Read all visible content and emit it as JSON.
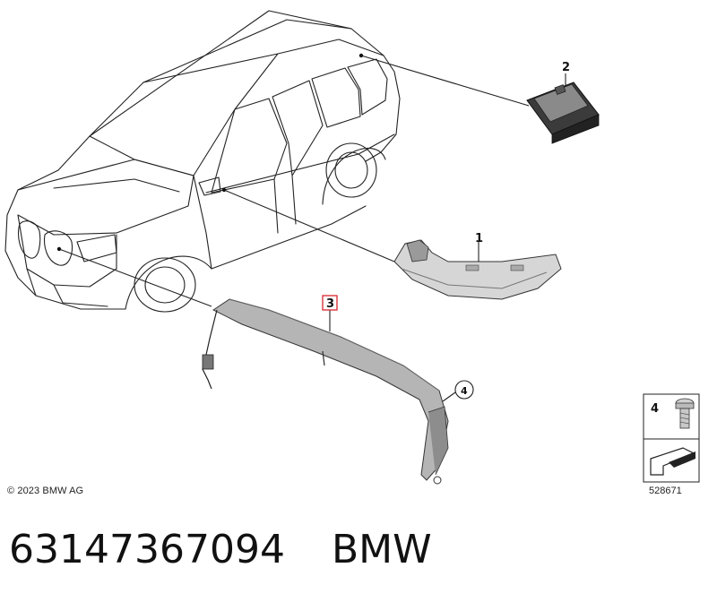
{
  "callouts": {
    "part1": "1",
    "part2": "2",
    "part3": "3",
    "part4": "4"
  },
  "legend": {
    "item_number": "4"
  },
  "copyright": "© 2023 BMW AG",
  "diagram_number": "528671",
  "footer": {
    "part_number": "63147367094",
    "brand": "BMW"
  },
  "colors": {
    "line": "#222222",
    "highlight_box": "#d9262c",
    "part_fill": "#cfcfcf"
  }
}
